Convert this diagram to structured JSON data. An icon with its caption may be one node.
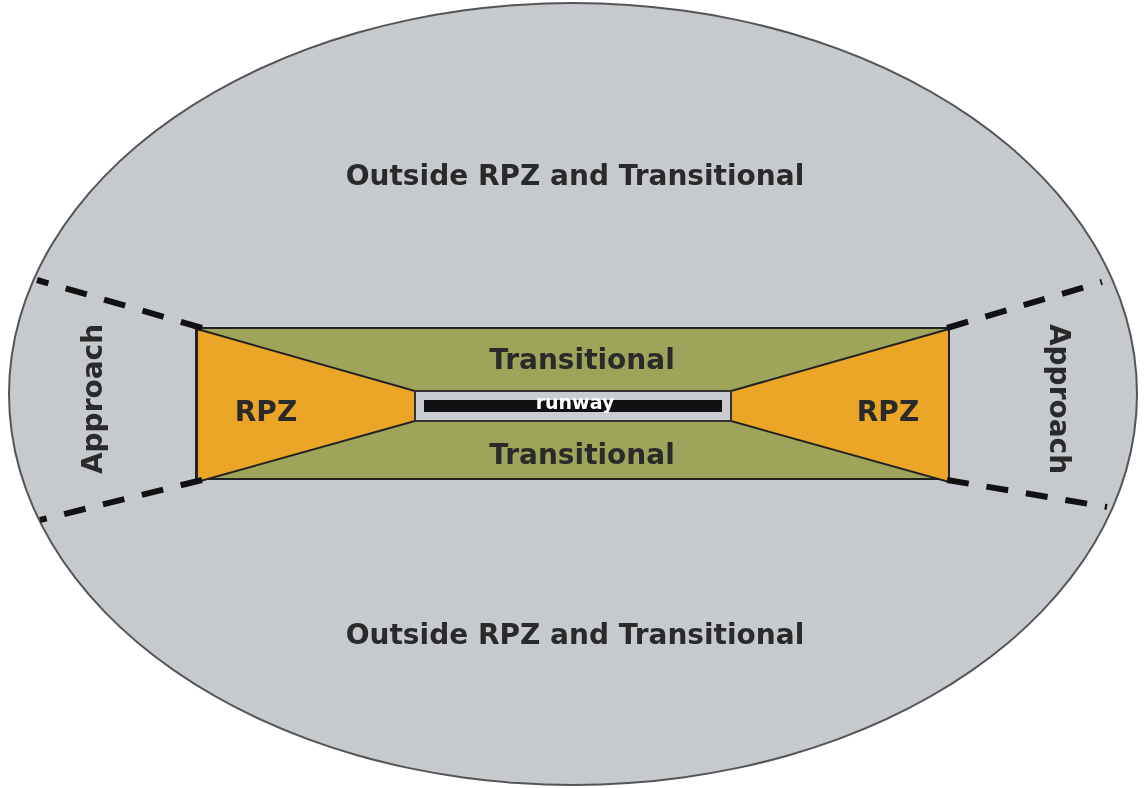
{
  "diagram": {
    "nodes": [
      {
        "text": [
          "Outside RPZ and Transitional",
          "Outside RPZ and Transitional"
        ]
      },
      {
        "text": [
          "Approach"
        ],
        "in": 0
      },
      {
        "text": [
          "Transitional",
          "Transitional"
        ],
        "in": 0
      },
      {
        "text": [
          "RPZ"
        ],
        "in": 2
      },
      {
        "text": [
          "runway"
        ],
        "in": 2
      },
      {
        "text": [
          "RPZ"
        ],
        "in": 2
      },
      {
        "text": [
          "Approach"
        ],
        "in": 0
      }
    ]
  }
}
